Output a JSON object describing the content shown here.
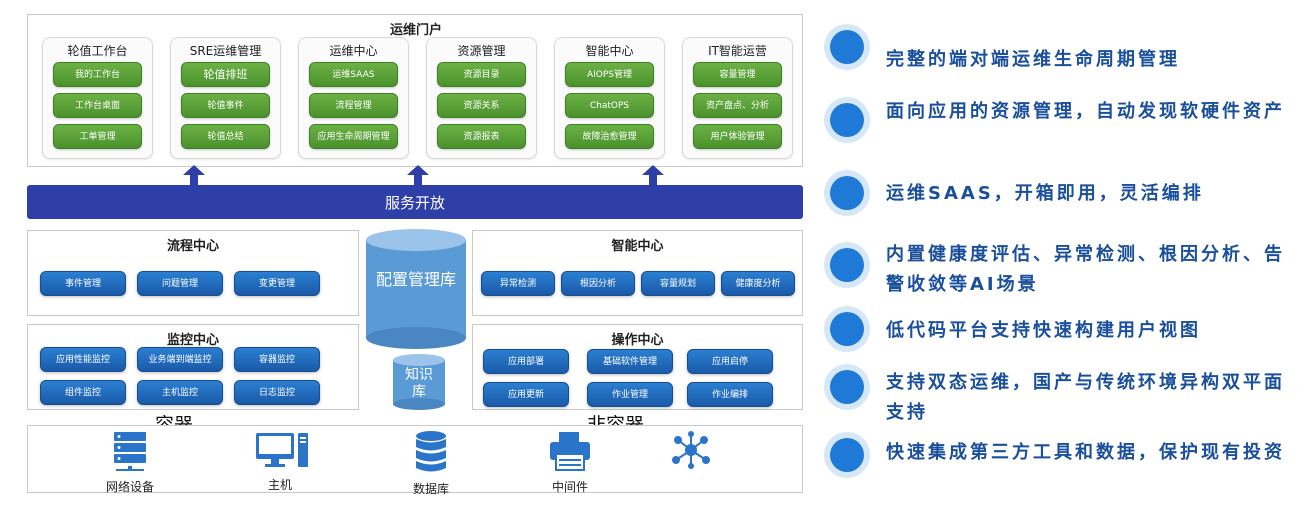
{
  "portal": {
    "title": "运维门户",
    "columns": [
      {
        "title": "轮值工作台",
        "items": [
          "我的工作台",
          "工作台桌面",
          "工单管理"
        ]
      },
      {
        "title": "SRE运维管理",
        "items": [
          "轮值排班",
          "轮值事件",
          "轮值总结"
        ]
      },
      {
        "title": "运维中心",
        "items": [
          "运维SAAS",
          "流程管理",
          "应用生命周期管理"
        ]
      },
      {
        "title": "资源管理",
        "items": [
          "资源目录",
          "资源关系",
          "资源报表"
        ]
      },
      {
        "title": "智能中心",
        "items": [
          "AIOPS管理",
          "ChatOPS",
          "故障治愈管理"
        ]
      },
      {
        "title": "IT智能运营",
        "items": [
          "容量管理",
          "资产盘点、分析",
          "用户体验管理"
        ]
      }
    ]
  },
  "service_bar": "服务开放",
  "flow_center": {
    "title": "流程中心",
    "items": [
      "事件管理",
      "问题管理",
      "变更管理"
    ]
  },
  "monitor_center": {
    "title": "监控中心",
    "items": [
      "应用性能监控",
      "业务端到端监控",
      "容器监控",
      "组件监控",
      "主机监控",
      "日志监控"
    ]
  },
  "config_db": "配置管理库",
  "knowledge_db": "知识库",
  "smart_center": {
    "title": "智能中心",
    "items": [
      "异常检测",
      "根因分析",
      "容量规划",
      "健康度分析"
    ]
  },
  "ops_center": {
    "title": "操作中心",
    "items": [
      "应用部署",
      "基础软件管理",
      "应用启停",
      "应用更新",
      "作业管理",
      "作业编排"
    ]
  },
  "container_label": "容器",
  "noncontainer_label": "非容器",
  "base": [
    {
      "label": "网络设备",
      "icon": "server-rack-icon"
    },
    {
      "label": "主机",
      "icon": "monitor-icon"
    },
    {
      "label": "数据库",
      "icon": "database-icon"
    },
    {
      "label": "中间件",
      "icon": "printer-icon"
    },
    {
      "label": "",
      "icon": "network-nodes-icon"
    }
  ],
  "features": [
    "完整的端对端运维生命周期管理",
    "面向应用的资源管理，自动发现软硬件资产",
    "运维SAAS，开箱即用，灵活编排",
    "内置健康度评估、异常检测、根因分析、告警收敛等AI场景",
    "低代码平台支持快速构建用户视图",
    "支持双态运维，国产与传统环境异构双平面支持",
    "快速集成第三方工具和数据，保护现有投资"
  ],
  "colors": {
    "green": "#5ba23a",
    "blue_button": "#1f67bd",
    "service_bar": "#2e3fa8",
    "cylinder": "#5b9bd5",
    "feature_text": "#1a4f9c",
    "dot": "#1f79d6"
  }
}
